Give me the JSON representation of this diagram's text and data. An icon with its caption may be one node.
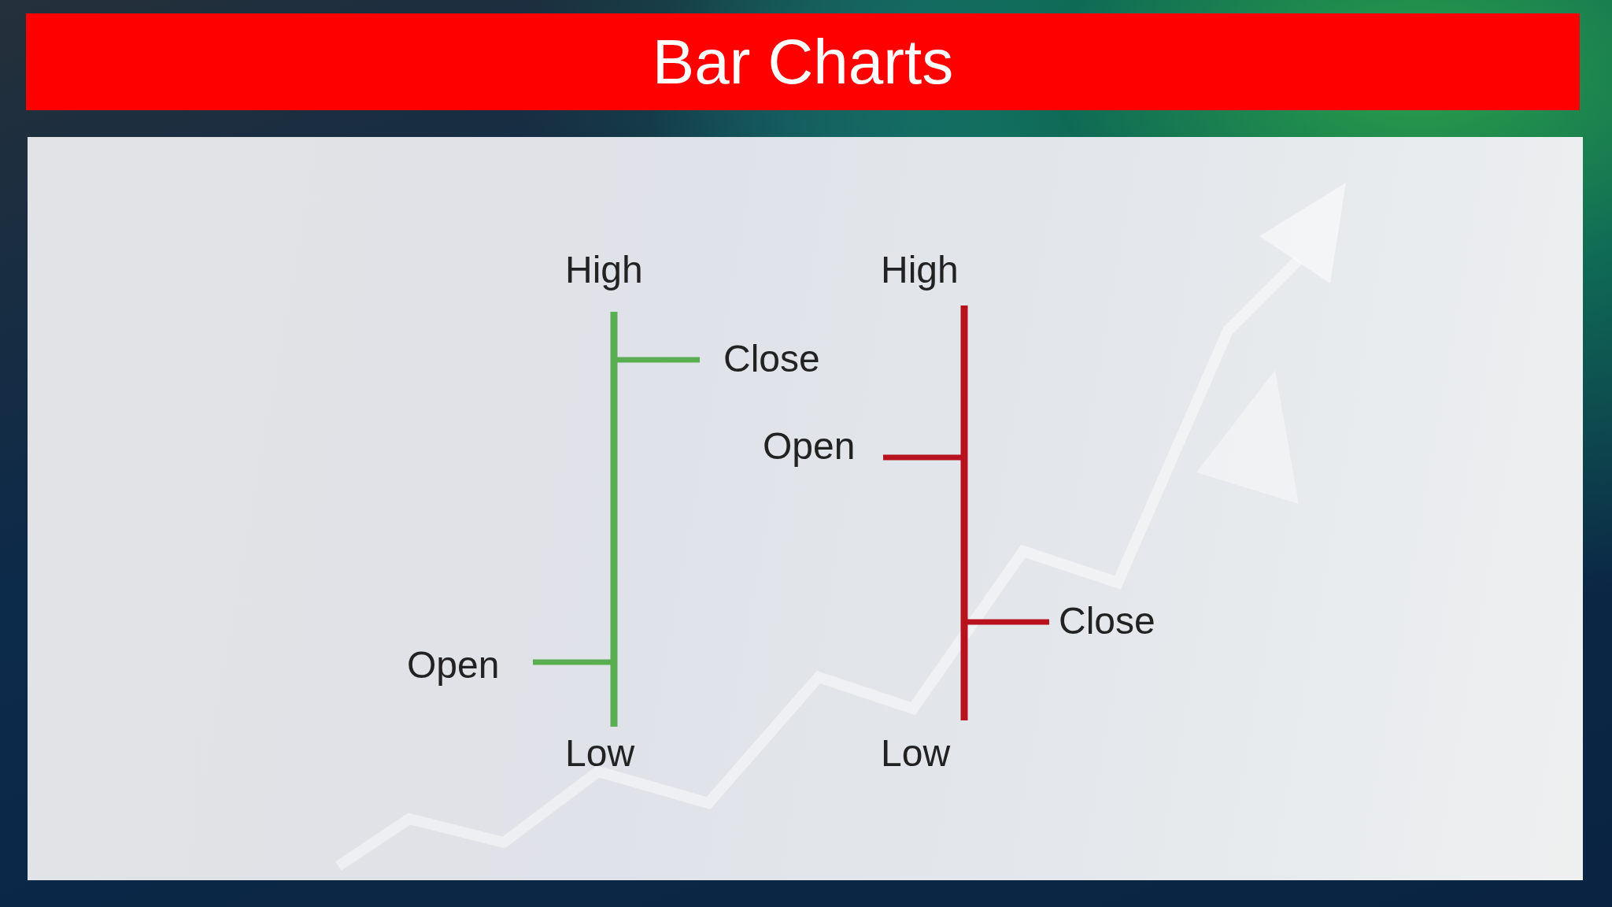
{
  "diagram": {
    "title": "Bar Charts",
    "labels": [
      "High",
      "High",
      "Close",
      "Open",
      "Close",
      "Open",
      "Low",
      "Low"
    ]
  }
}
